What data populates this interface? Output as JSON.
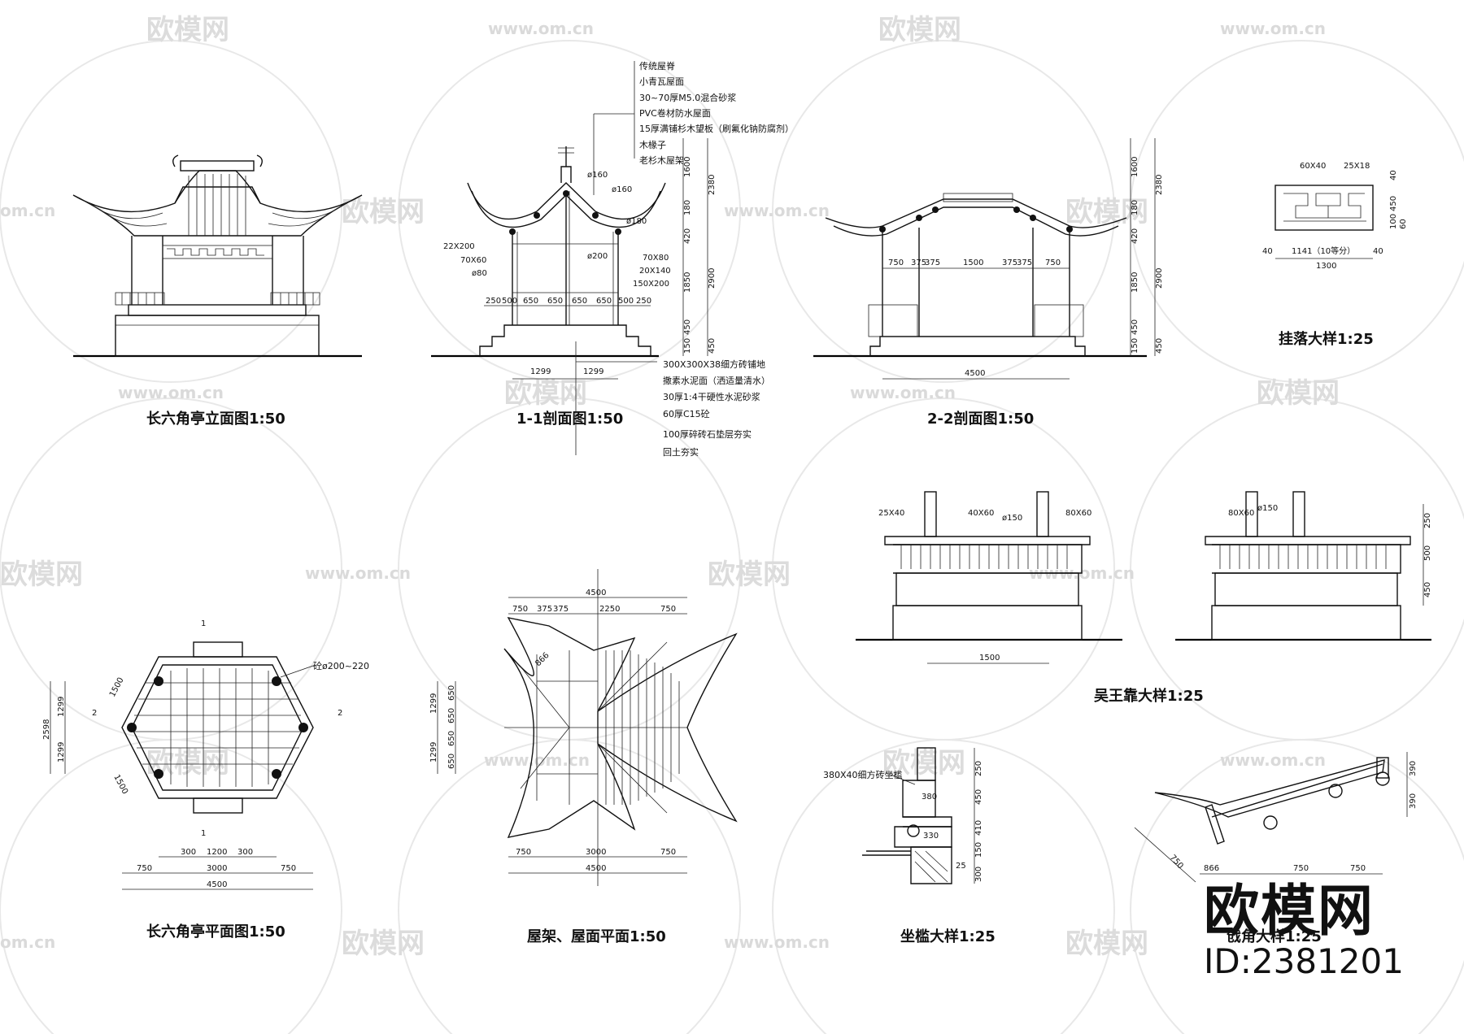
{
  "watermark": {
    "logo_text": "欧模网",
    "url_text": "www.om.cn",
    "url_short": "om.cn"
  },
  "brand": {
    "name": "欧模网",
    "id_label": "ID:2381201"
  },
  "drawings": {
    "elevation": {
      "title": "长六角亭立面图1:50"
    },
    "section_1": {
      "title": "1-1剖面图1:50",
      "roof_layers": [
        "传统屋脊",
        "小青瓦屋面",
        "30~70厚M5.0混合砂浆",
        "PVC卷材防水屋面",
        "15厚满铺杉木望板（刷氟化钠防腐剂）",
        "木椽子",
        "老杉木屋架"
      ],
      "floor_layers": [
        "300X300X38细方砖铺地",
        "撒素水泥面（洒适量清水）",
        "30厚1:4干硬性水泥砂浆",
        "60厚C15砼",
        "100厚碎砖石垫层夯实",
        "回土夯实"
      ],
      "member_labels": [
        "ø160",
        "ø160",
        "ø180",
        "ø200",
        "22X200",
        "70X60",
        "ø80",
        "70X80",
        "20X140",
        "150X200"
      ],
      "dims_bottom": [
        "250",
        "500",
        "650",
        "650",
        "650",
        "650",
        "500",
        "250"
      ],
      "dims_center": [
        "1299",
        "1299"
      ],
      "dims_right": [
        "1600",
        "2380",
        "180",
        "420",
        "1850",
        "2900",
        "450",
        "150",
        "450"
      ]
    },
    "section_2": {
      "title": "2-2剖面图1:50",
      "dims_top": [
        "750",
        "375",
        "375",
        "1500",
        "375",
        "375",
        "750"
      ],
      "dim_total": "4500",
      "dims_right": [
        "1600",
        "2380",
        "180",
        "420",
        "1850",
        "2900",
        "450",
        "150",
        "450"
      ]
    },
    "gualuo": {
      "title": "挂落大样1:25",
      "labels": [
        "60X40",
        "25X18"
      ],
      "dims": [
        "40",
        "1141（10等分）",
        "40",
        "1300",
        "40",
        "450",
        "100",
        "60"
      ]
    },
    "plan": {
      "title": "长六角亭平面图1:50",
      "column_label": "砼ø200~220",
      "section_marks": [
        "1",
        "1",
        "2",
        "2"
      ],
      "dims_left": [
        "1299",
        "1299",
        "2598"
      ],
      "dims_diag": [
        "1500",
        "1500"
      ],
      "dims_bottom_row1": [
        "300",
        "1200",
        "300"
      ],
      "dims_bottom_row2": [
        "750",
        "3000",
        "750"
      ],
      "dim_total": "4500"
    },
    "roof_plan": {
      "title": "屋架、屋面平面1:50",
      "dims_top_total": "4500",
      "dims_top": [
        "750",
        "375",
        "375",
        "2250",
        "750"
      ],
      "dims_left": [
        "650",
        "650",
        "650",
        "650",
        "1299",
        "1299"
      ],
      "dims_bottom": [
        "750",
        "3000",
        "750"
      ],
      "dim_bottom_total": "4500",
      "diag_label": "866"
    },
    "wuwangkao": {
      "title": "吴王靠大样1:25",
      "labels_left": [
        "25X40",
        "40X60",
        "ø150",
        "80X60"
      ],
      "labels_right": [
        "80X60",
        "ø150"
      ],
      "dim_bottom": "1500",
      "dims_right": [
        "250",
        "500",
        "450"
      ]
    },
    "zuojian": {
      "title": "坐槛大样1:25",
      "label": "380X40细方砖坐槛",
      "dims": [
        "380",
        "330",
        "250",
        "450",
        "410",
        "150",
        "300",
        "25"
      ]
    },
    "zhanjiao": {
      "title": "戗角大样1:25",
      "dims": [
        "866",
        "750",
        "750",
        "390",
        "390",
        "750"
      ]
    }
  }
}
